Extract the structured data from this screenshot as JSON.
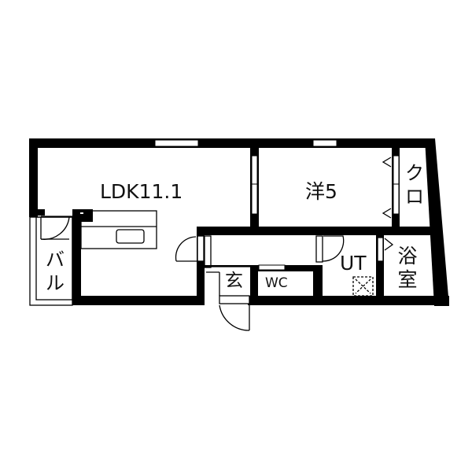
{
  "floor_plan": {
    "rooms": [
      {
        "id": "ldk",
        "label": "LDK11.1"
      },
      {
        "id": "western-room",
        "label": "洋5"
      },
      {
        "id": "closet",
        "label": "クロ"
      },
      {
        "id": "balcony",
        "label": "バル"
      },
      {
        "id": "entrance",
        "label": "玄"
      },
      {
        "id": "toilet",
        "label": "WC"
      },
      {
        "id": "utility",
        "label": "UT"
      },
      {
        "id": "bathroom",
        "label": "浴室"
      }
    ],
    "colors": {
      "wall": "#000000",
      "background": "#ffffff",
      "line": "#111111"
    }
  }
}
